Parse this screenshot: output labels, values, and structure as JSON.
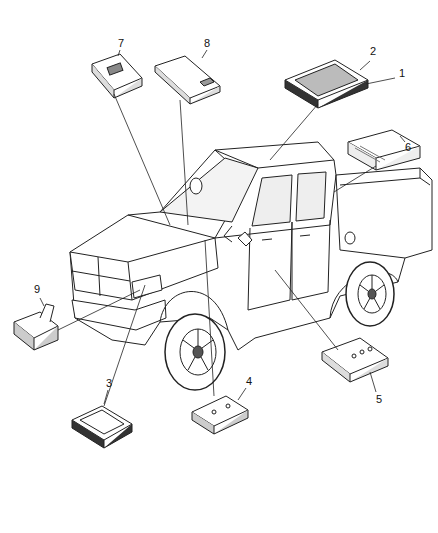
{
  "diagram": {
    "labels": [
      "7",
      "8",
      "2",
      "1",
      "6",
      "9",
      "3",
      "4",
      "5"
    ]
  }
}
